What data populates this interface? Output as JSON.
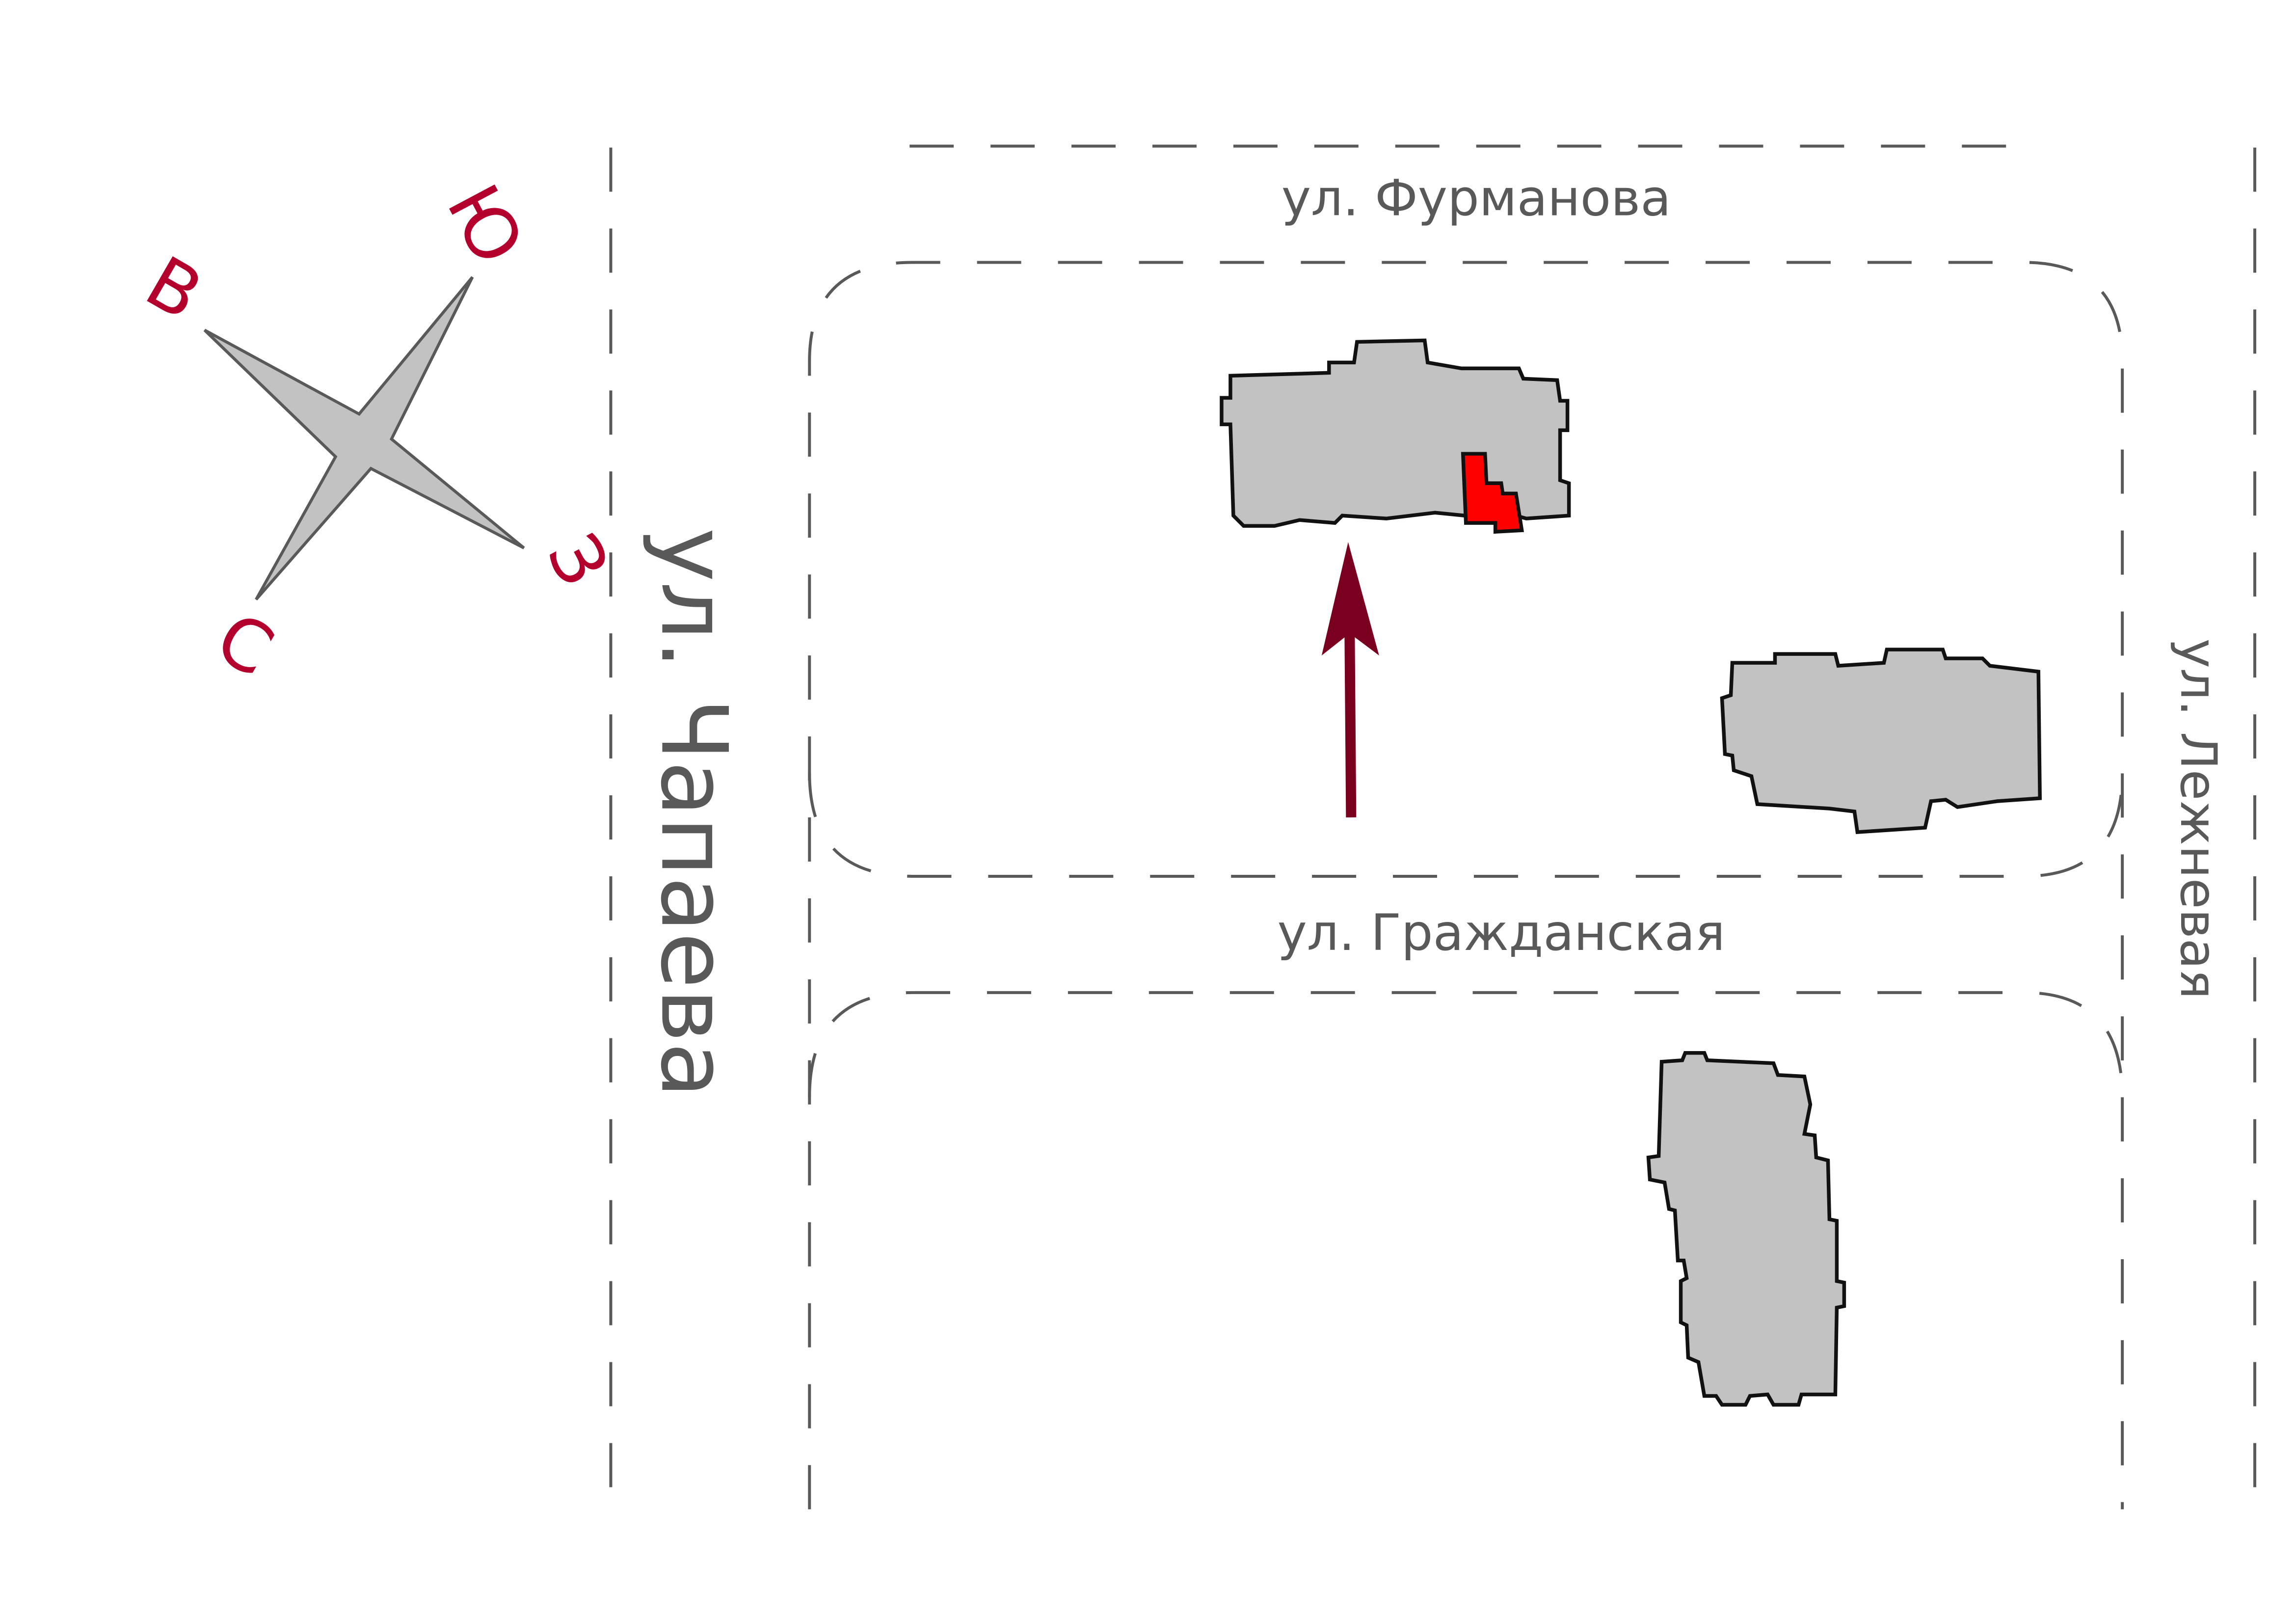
{
  "streets": {
    "furmanova": "ул. Фурманова",
    "grazhdanskaya": "ул. Гражданская",
    "chapaeva": "ул. Чапаева",
    "lezhnevaya": "ул. Лежневая"
  },
  "compass": {
    "north": "С",
    "south": "Ю",
    "east": "В",
    "west": "З"
  },
  "colors": {
    "building": "#c2c2c2",
    "highlight": "#ff0000",
    "arrow": "#7a0020",
    "compass_label": "#b4002d"
  }
}
